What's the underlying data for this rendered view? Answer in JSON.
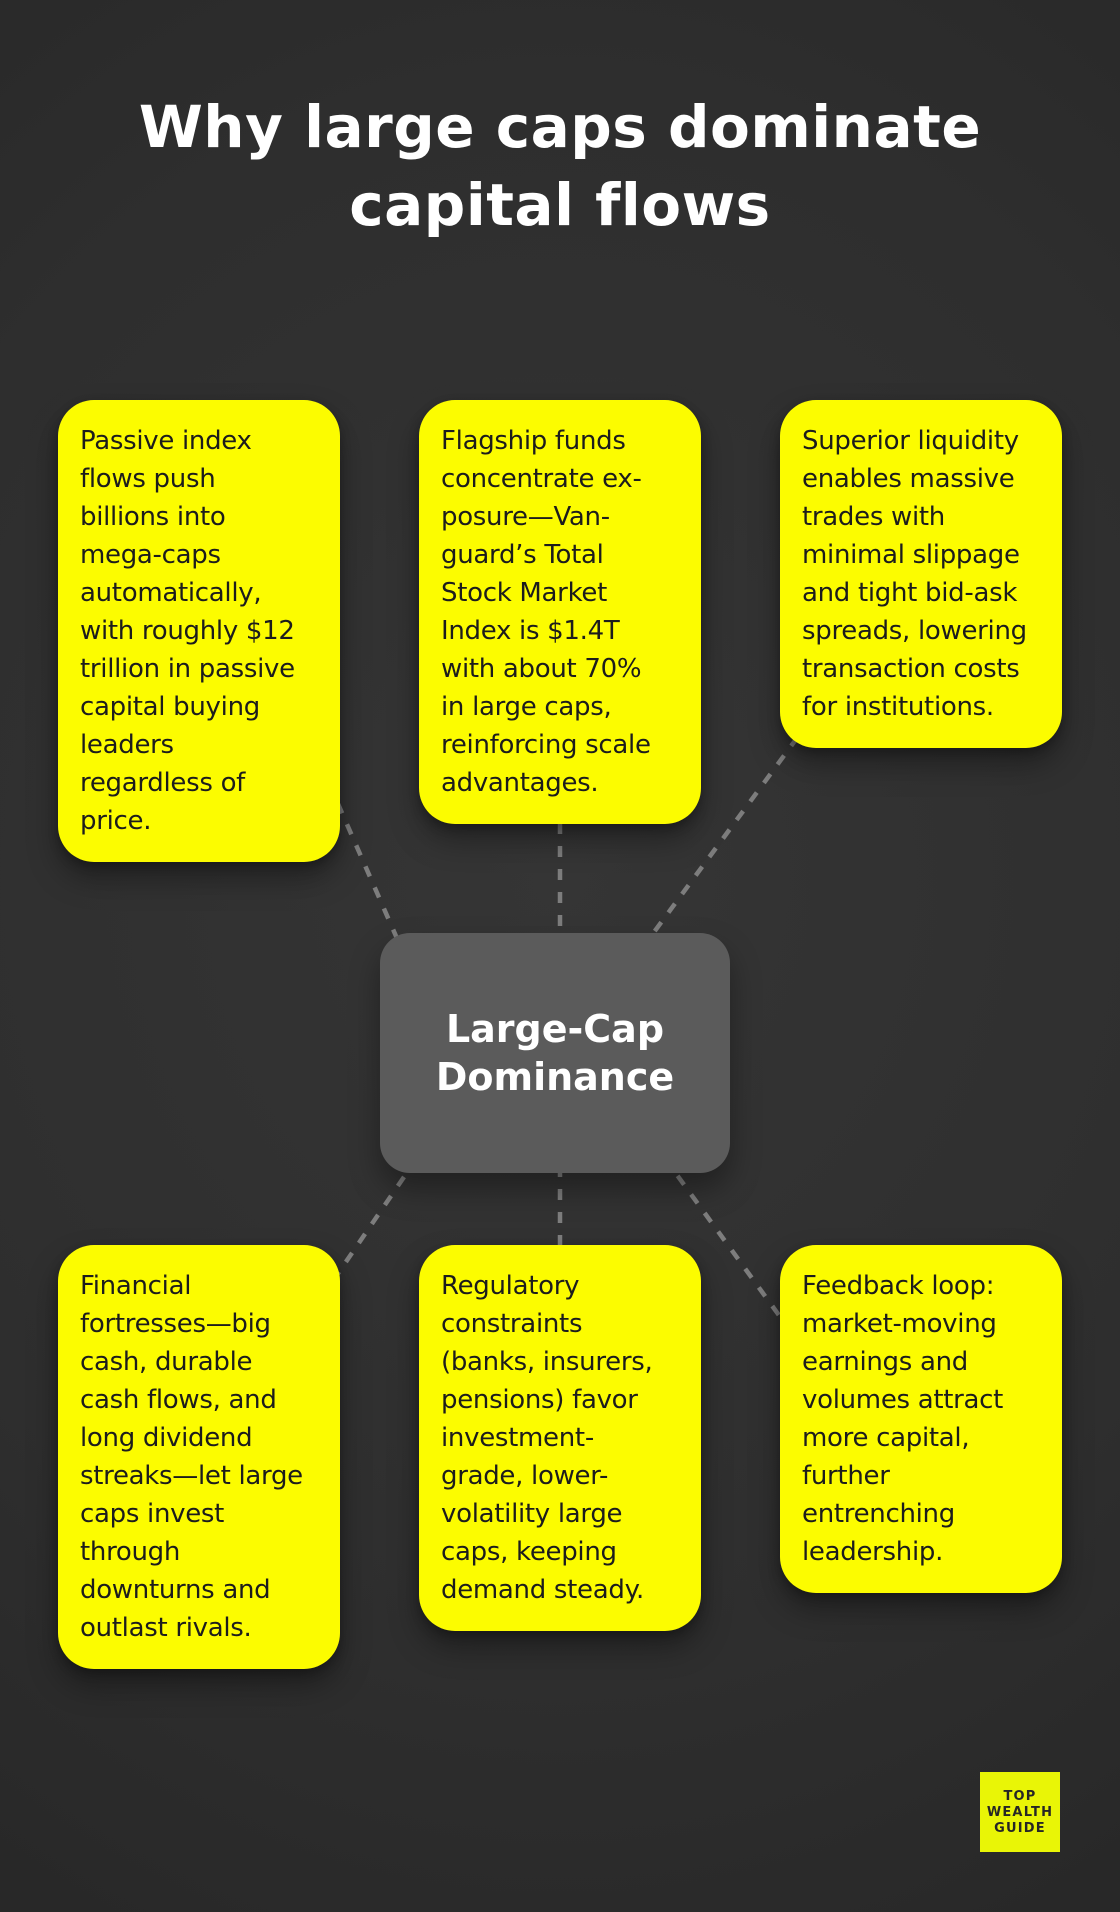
{
  "title": "Why large caps dominate\ncapital flows",
  "center_node": {
    "label": "Large-Cap\nDominance"
  },
  "cards": [
    {
      "name": "passive-index-flows",
      "text": "Passive index\nflows push\nbillions into\nmega-caps\nautomatically,\nwith roughly $12\ntrillion in passive\ncapital buying\nleaders\nregardless of\nprice."
    },
    {
      "name": "flagship-funds",
      "text": "Flagship funds\nconcentrate ex-\nposure—Van-\nguard’s Total\nStock Market\nIndex is $1.4T\nwith about 70%\nin large caps,\nreinforcing scale\nadvantages."
    },
    {
      "name": "superior-liquidity",
      "text": "Superior liquidity\nenables massive\ntrades with\nminimal slippage\nand tight bid-ask\nspreads, lowering\ntransaction costs\nfor institutions."
    },
    {
      "name": "financial-fortresses",
      "text": "Financial\nfortresses—big\ncash, durable\ncash flows, and\nlong dividend\nstreaks—let large\ncaps invest\nthrough\ndownturns and\noutlast rivals."
    },
    {
      "name": "regulatory-constraints",
      "text": "Regulatory\nconstraints\n(banks, insurers,\npensions) favor\ninvestment-\ngrade, lower-\nvolatility large\ncaps, keeping\ndemand steady."
    },
    {
      "name": "feedback-loop",
      "text": "Feedback loop:\nmarket-moving\nearnings and\nvolumes attract\nmore capital,\nfurther\nentrenching\nleadership."
    }
  ],
  "logo": {
    "lines": [
      "TOP",
      "WEALTH",
      "GUIDE"
    ]
  },
  "colors": {
    "background": "#2e2e2e",
    "card_yellow": "#fcfc00",
    "center_gray": "#5b5b5b",
    "connector_gray": "#909090",
    "title_white": "#ffffff",
    "card_text": "#1c1c1c",
    "logo_yellow": "#e9f506"
  }
}
